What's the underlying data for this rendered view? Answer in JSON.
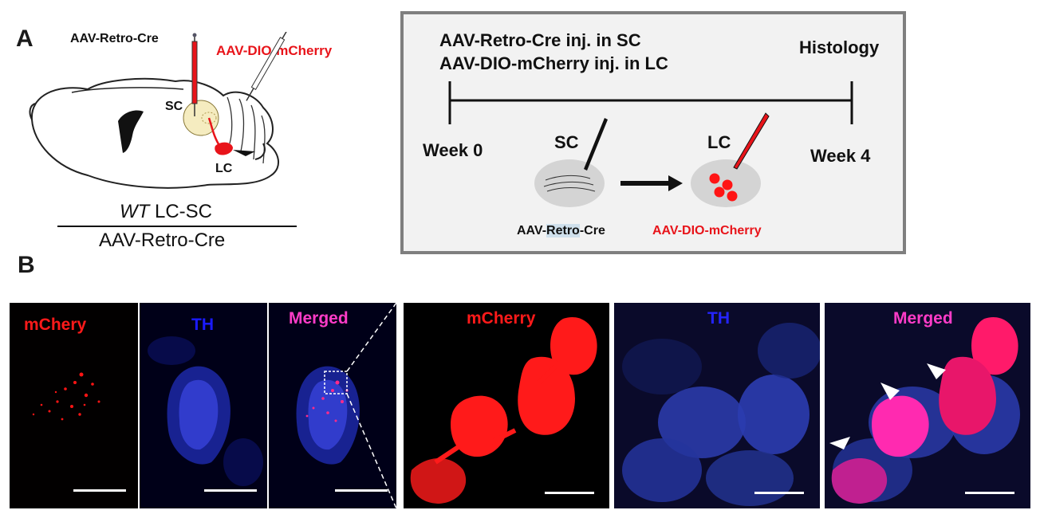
{
  "panel_a": {
    "letter": "A",
    "virus_left": "AAV-Retro-Cre",
    "virus_right": "AAV-DIO-mCherry",
    "region_sc": "SC",
    "region_lc": "LC",
    "genotype_italic": "WT",
    "genotype_rest": " LC-SC",
    "condition": "AAV-Retro-Cre"
  },
  "timeline": {
    "line1": "AAV-Retro-Cre inj. in SC",
    "line2": "AAV-DIO-mCherry inj. in LC",
    "end_label": "Histology",
    "start_week": "Week 0",
    "end_week": "Week 4",
    "sc_label": "SC",
    "lc_label": "LC",
    "virus1_prefix": "AAV-",
    "virus1_highlight": "Retro",
    "virus1_suffix": "-Cre",
    "virus2": "AAV-DIO-mCherry"
  },
  "panel_b": {
    "letter": "B",
    "low_mag": [
      {
        "label": "mChery",
        "color": "#ff1a1a"
      },
      {
        "label": "TH",
        "color": "#1a1aff"
      },
      {
        "label": "Merged",
        "color": "#ff3cc8"
      }
    ],
    "high_mag": [
      {
        "label": "mCherry",
        "color": "#ff1a1a"
      },
      {
        "label": "TH",
        "color": "#2424ff"
      },
      {
        "label": "Merged",
        "color": "#ff3cc8"
      }
    ]
  },
  "colors": {
    "accent_red": "#e8141a",
    "box_border": "#7f7f7f",
    "box_fill": "#f2f2f2",
    "sc_fill": "#f5ecc0"
  }
}
